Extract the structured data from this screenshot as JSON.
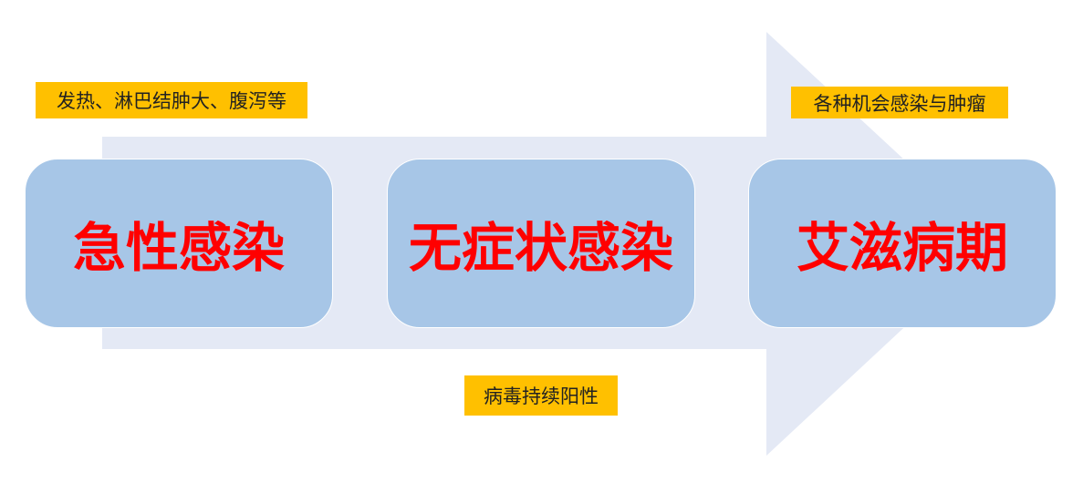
{
  "stages": [
    {
      "label": "急性感染"
    },
    {
      "label": "无症状感染"
    },
    {
      "label": "艾滋病期"
    }
  ],
  "notes": {
    "acute": "发热、淋巴结肿大、腹泻等",
    "asymptomatic": "病毒持续阳性",
    "aids": "各种机会感染与肿瘤"
  },
  "colors": {
    "arrow": "#e4e9f5",
    "stage": "#a7c6e7",
    "stage_text": "#ff0000",
    "note": "#ffc000"
  }
}
